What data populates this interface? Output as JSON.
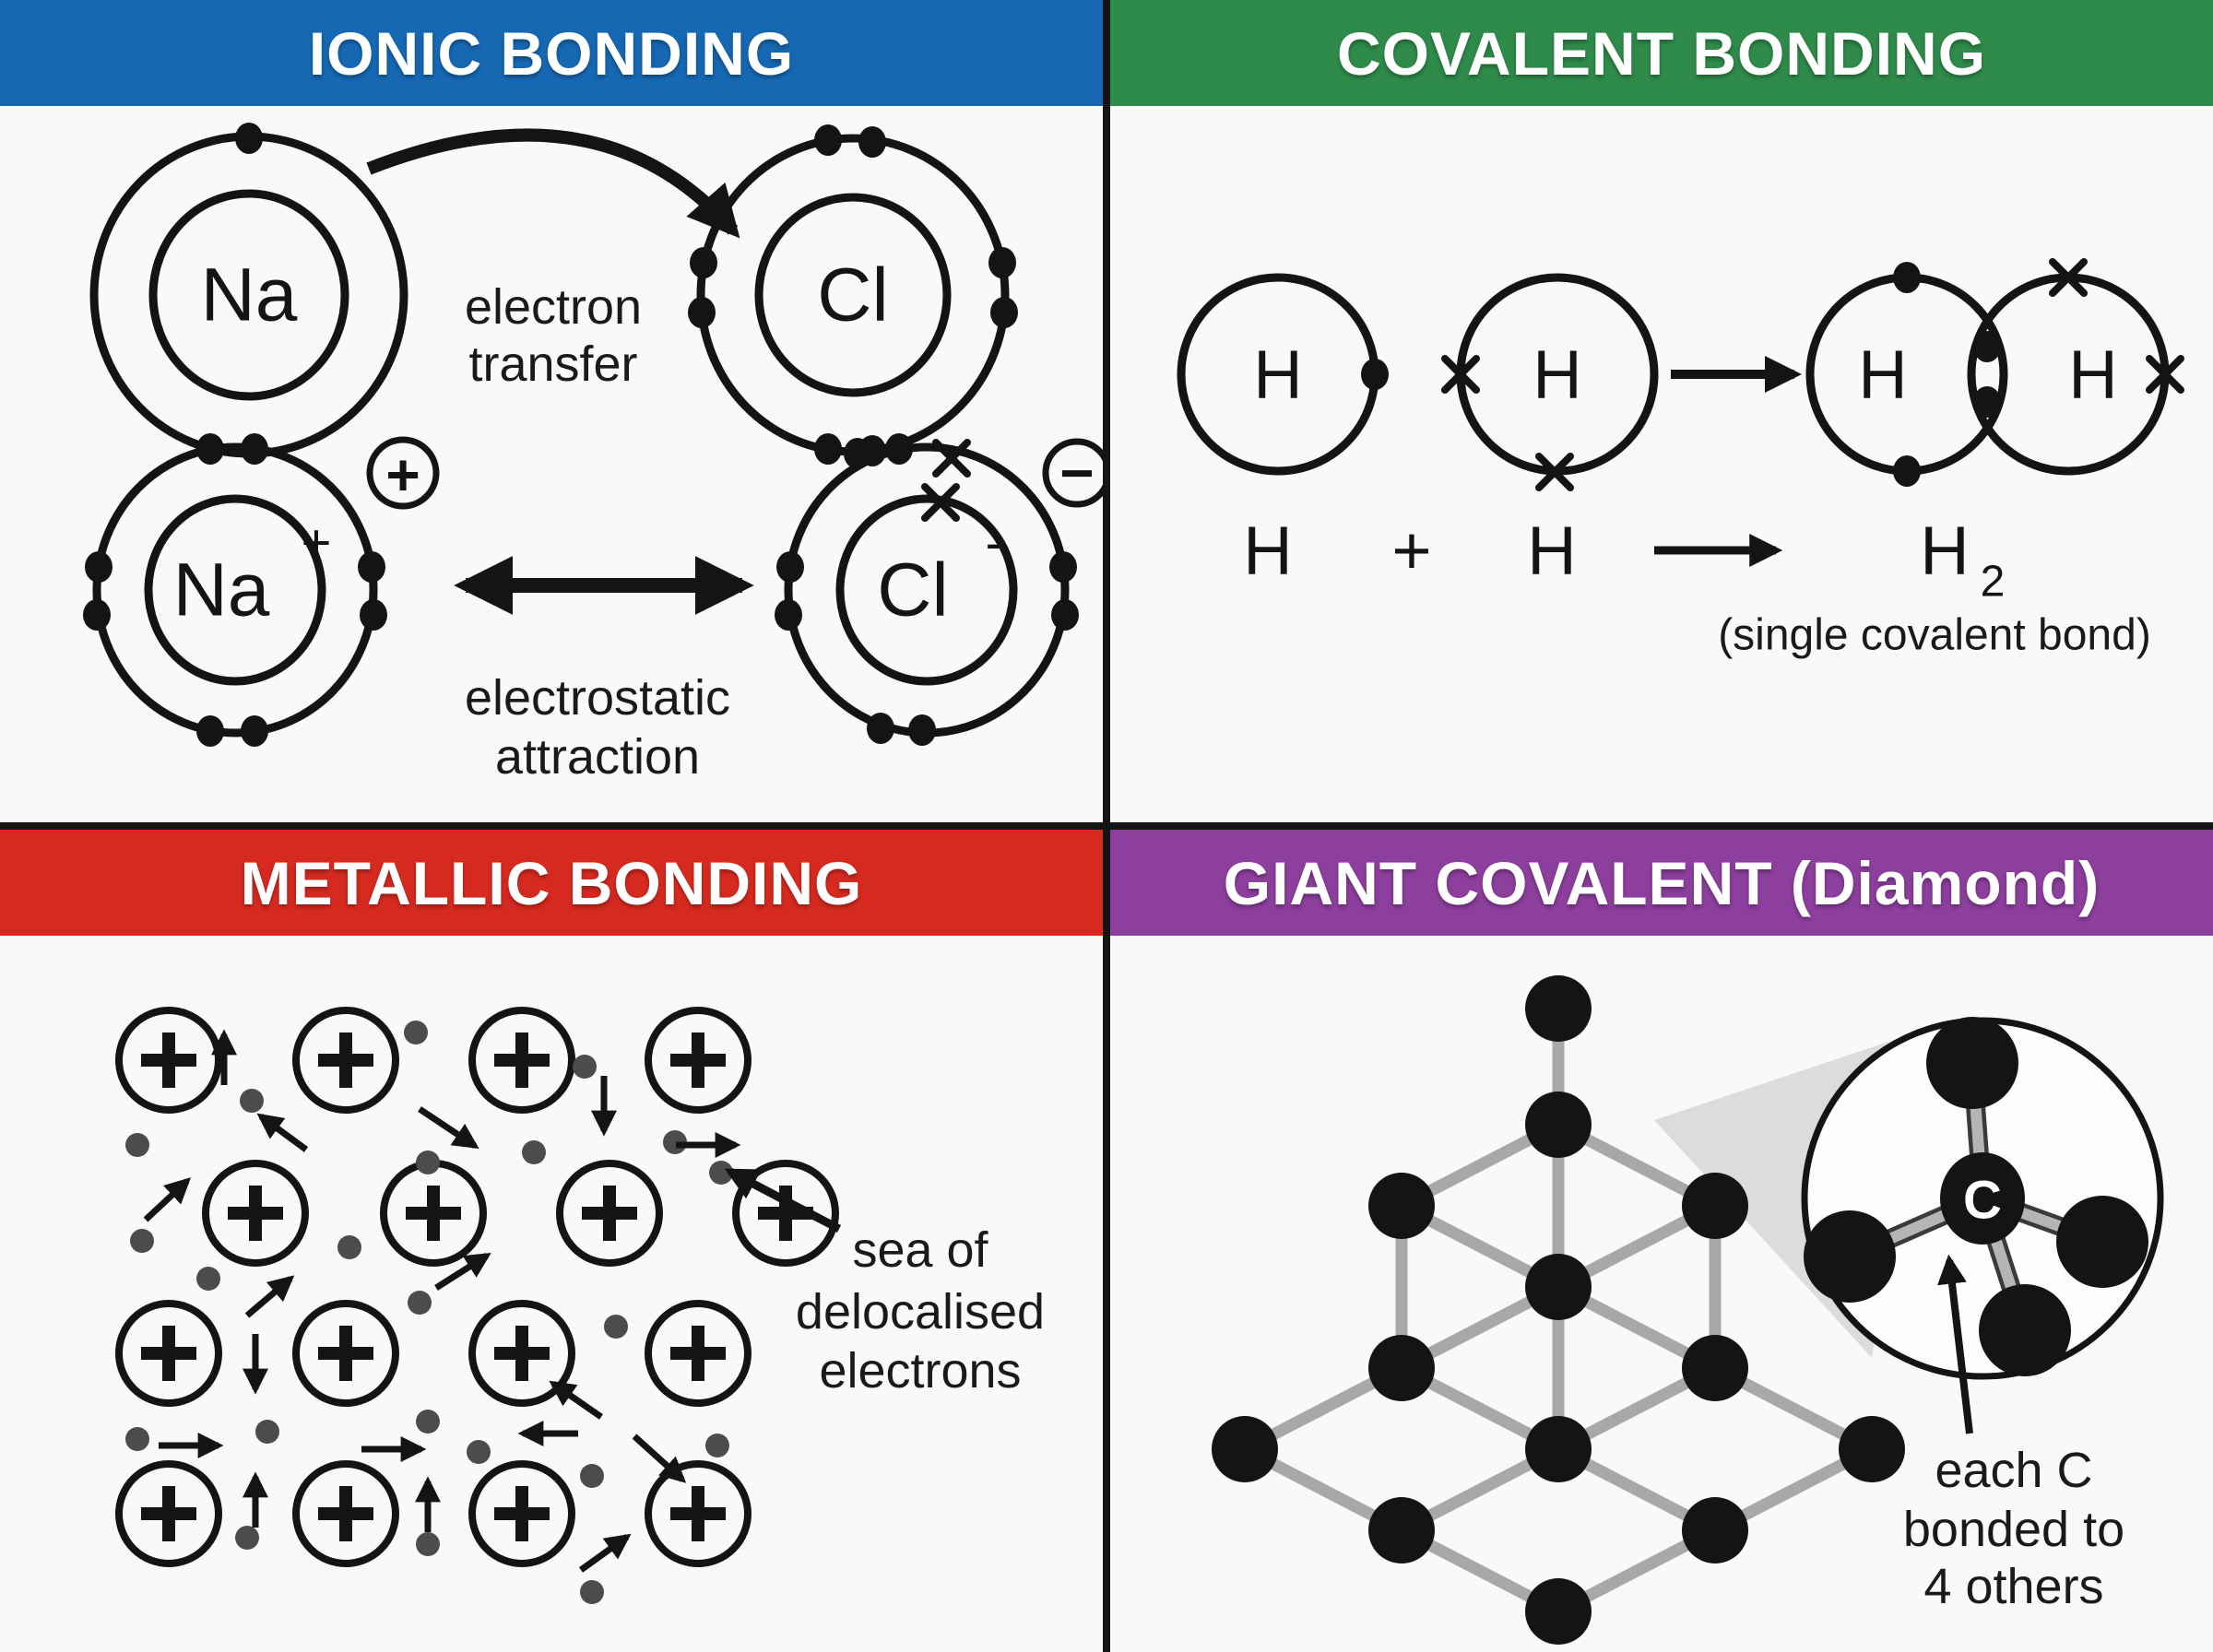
{
  "panels": {
    "ionic": {
      "title": "IONIC BONDING",
      "header_color": "#1668b3",
      "atom_na": "Na",
      "atom_cl": "Cl",
      "transfer_line1": "electron",
      "transfer_line2": "transfer",
      "ion_na": "Na",
      "ion_na_charge": "+",
      "ion_cl": "Cl",
      "ion_cl_charge": "-",
      "plus_badge": "+",
      "minus_badge": "−",
      "attract_line1": "electrostatic",
      "attract_line2": "attraction"
    },
    "covalent": {
      "title": "COVALENT BONDING",
      "header_color": "#2f8b4a",
      "h": "H",
      "eq_h1": "H",
      "eq_plus": "+",
      "eq_h2": "H",
      "eq_product": "H",
      "eq_product_sub": "2",
      "caption": "(single covalent bond)"
    },
    "metallic": {
      "title": "METALLIC BONDING",
      "header_color": "#d62a20",
      "ion_symbol": "+",
      "label_line1": "sea of",
      "label_line2": "delocalised",
      "label_line3": "electrons"
    },
    "giant": {
      "title": "GIANT COVALENT (Diamond)",
      "header_color": "#8d3f9d",
      "carbon_label": "C",
      "caption_line1": "each C",
      "caption_line2": "bonded to",
      "caption_line3": "4 others"
    }
  }
}
